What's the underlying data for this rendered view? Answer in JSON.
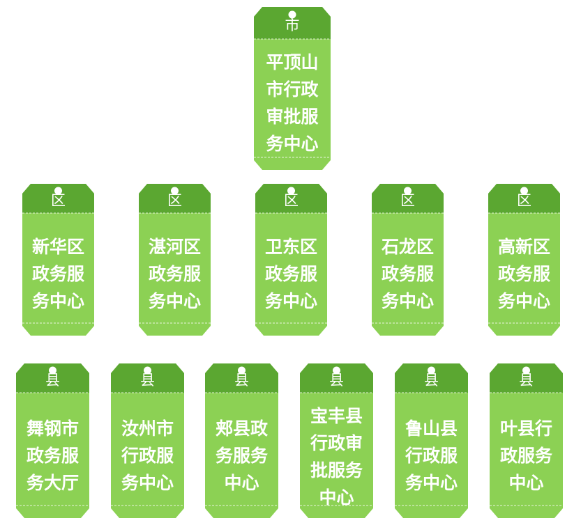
{
  "colors": {
    "header": "#5ba731",
    "body": "#8cd154",
    "text": "#ffffff",
    "hole": "#ffffff"
  },
  "city": {
    "level": "市",
    "name": [
      "平顶山",
      "市行政",
      "审批服",
      "务中心"
    ]
  },
  "districts": [
    {
      "level": "区",
      "name": [
        "新华区",
        "政务服",
        "务中心"
      ]
    },
    {
      "level": "区",
      "name": [
        "湛河区",
        "政务服",
        "务中心"
      ]
    },
    {
      "level": "区",
      "name": [
        "卫东区",
        "政务服",
        "务中心"
      ]
    },
    {
      "level": "区",
      "name": [
        "石龙区",
        "政务服",
        "务中心"
      ]
    },
    {
      "level": "区",
      "name": [
        "高新区",
        "政务服",
        "务中心"
      ]
    }
  ],
  "counties": [
    {
      "level": "县",
      "name": [
        "舞钢市",
        "政务服",
        "务大厅"
      ]
    },
    {
      "level": "县",
      "name": [
        "汝州市",
        "行政服",
        "务中心"
      ]
    },
    {
      "level": "县",
      "name": [
        "郏县政",
        "务服务",
        "中心"
      ]
    },
    {
      "level": "县",
      "name": [
        "宝丰县",
        "行政审",
        "批服务",
        "中心"
      ]
    },
    {
      "level": "县",
      "name": [
        "鲁山县",
        "行政服",
        "务中心"
      ]
    },
    {
      "level": "县",
      "name": [
        "叶县行",
        "政服务",
        "中心"
      ]
    }
  ]
}
